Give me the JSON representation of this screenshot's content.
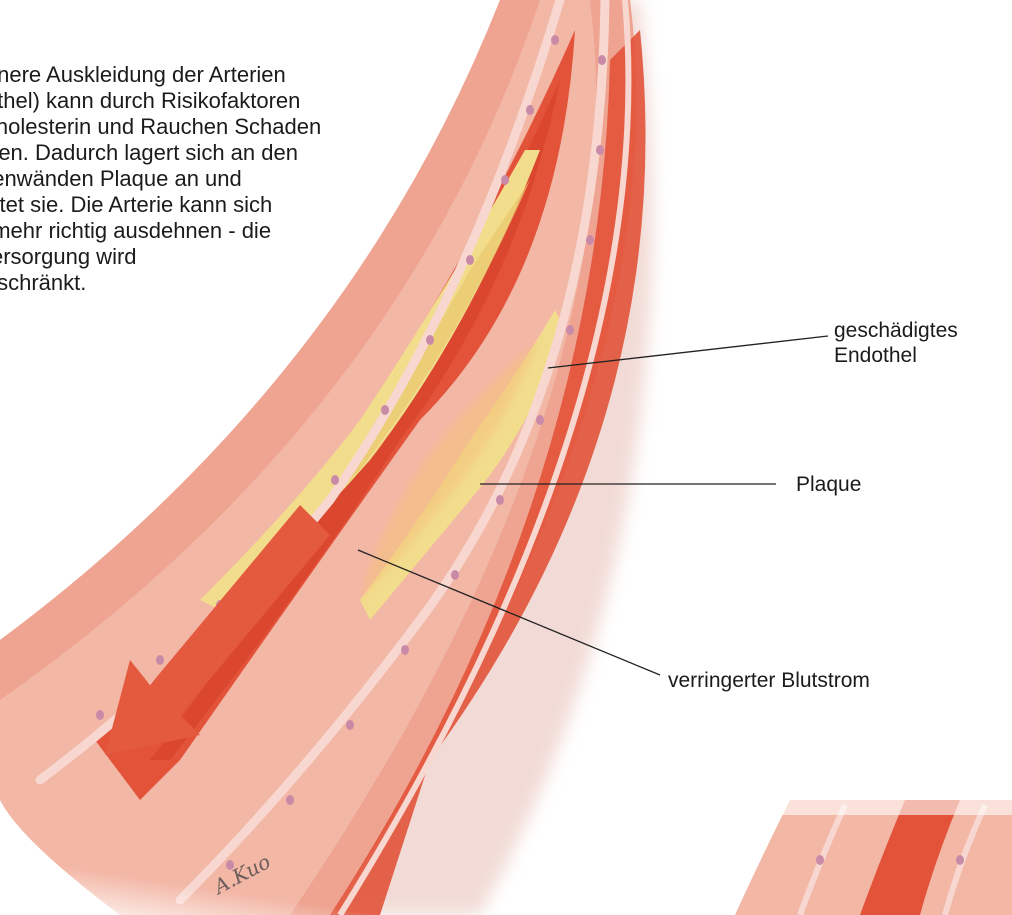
{
  "description_lines": [
    "innere Auskleidung der Arterien",
    "lothel) kann durch Risikofaktoren",
    "Cholesterin und Rauchen Schaden",
    "men. Dadurch lagert sich an den",
    "rienwänden Plaque an und",
    "ärtet sie. Die Arterie kann sich",
    "t mehr richtig ausdehnen - die",
    "versorgung wird",
    "jeschränkt."
  ],
  "labels": {
    "endothelium_line1": "geschädigtes",
    "endothelium_line2": "Endothel",
    "plaque": "Plaque",
    "blood_flow": "verringerter Blutstrom"
  },
  "signature": "A.Kuo",
  "colors": {
    "vessel_wall": "#f3b7a6",
    "vessel_wall_dark": "#e89886",
    "blood": "#e2533a",
    "blood_dark": "#d9412b",
    "plaque": "#f2dd8c",
    "endothelium_cell": "#f7d7d0",
    "nucleus": "#c98aa8",
    "arrow": "#e45a3e",
    "leader_line": "#222222"
  }
}
